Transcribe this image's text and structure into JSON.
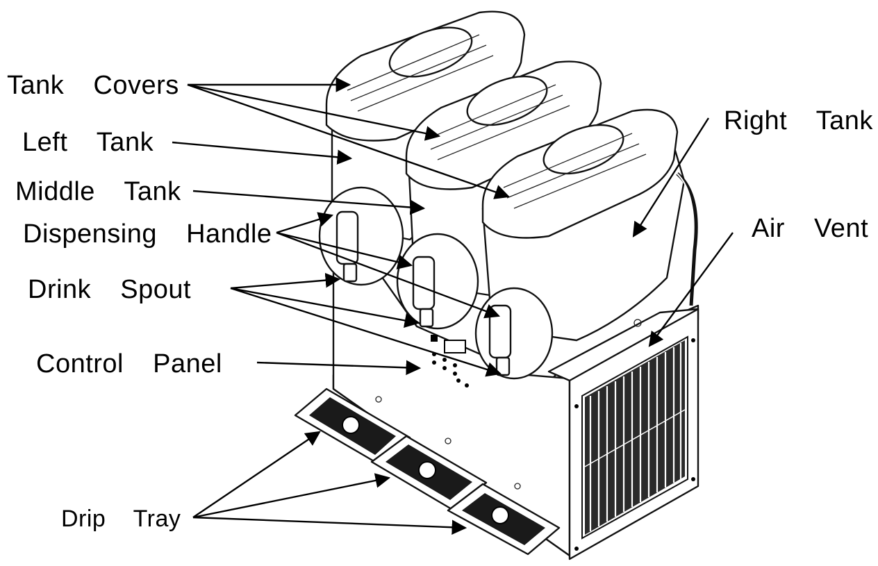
{
  "labels": {
    "tank_covers": "Tank  Covers",
    "left_tank": "Left  Tank",
    "middle_tank": "Middle  Tank",
    "dispensing_handle": "Dispensing  Handle",
    "drink_spout": "Drink  Spout",
    "control_panel": "Control  Panel",
    "drip_tray": "Drip  Tray",
    "right_tank": "Right  Tank",
    "air_vent": "Air  Vent"
  },
  "colors": {
    "line": "#000000",
    "background": "#ffffff"
  }
}
